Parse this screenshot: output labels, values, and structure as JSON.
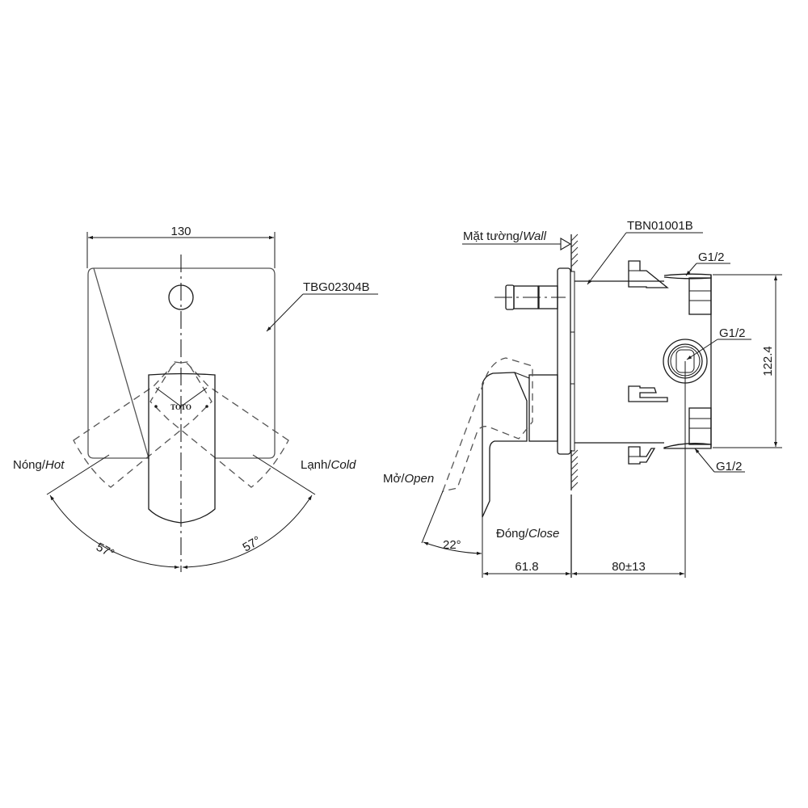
{
  "front_view": {
    "width_dimension": "130",
    "cover_plate_model": "TBG02304B",
    "brand_mark": "TOTO",
    "hot_label": {
      "vi": "Nóng/",
      "en": "Hot"
    },
    "cold_label": {
      "vi": "Lạnh/",
      "en": "Cold"
    },
    "hot_angle": "57°",
    "cold_angle": "57°"
  },
  "side_view": {
    "wall_label": {
      "vi": "Mặt tường/",
      "en": "Wall"
    },
    "valve_body_model": "TBN01001B",
    "port_top": "G1/2",
    "port_middle": "G1/2",
    "port_bottom": "G1/2",
    "height_dimension": "122.4",
    "open_label": {
      "vi": "Mở/",
      "en": "Open"
    },
    "close_label": {
      "vi": "Đóng/",
      "en": "Close"
    },
    "open_angle": "22°",
    "handle_depth_dimension": "61.8",
    "body_depth_dimension": "80±13"
  },
  "colors": {
    "line": "#1a1a1a",
    "hidden_line": "#555555",
    "background": "#ffffff"
  }
}
